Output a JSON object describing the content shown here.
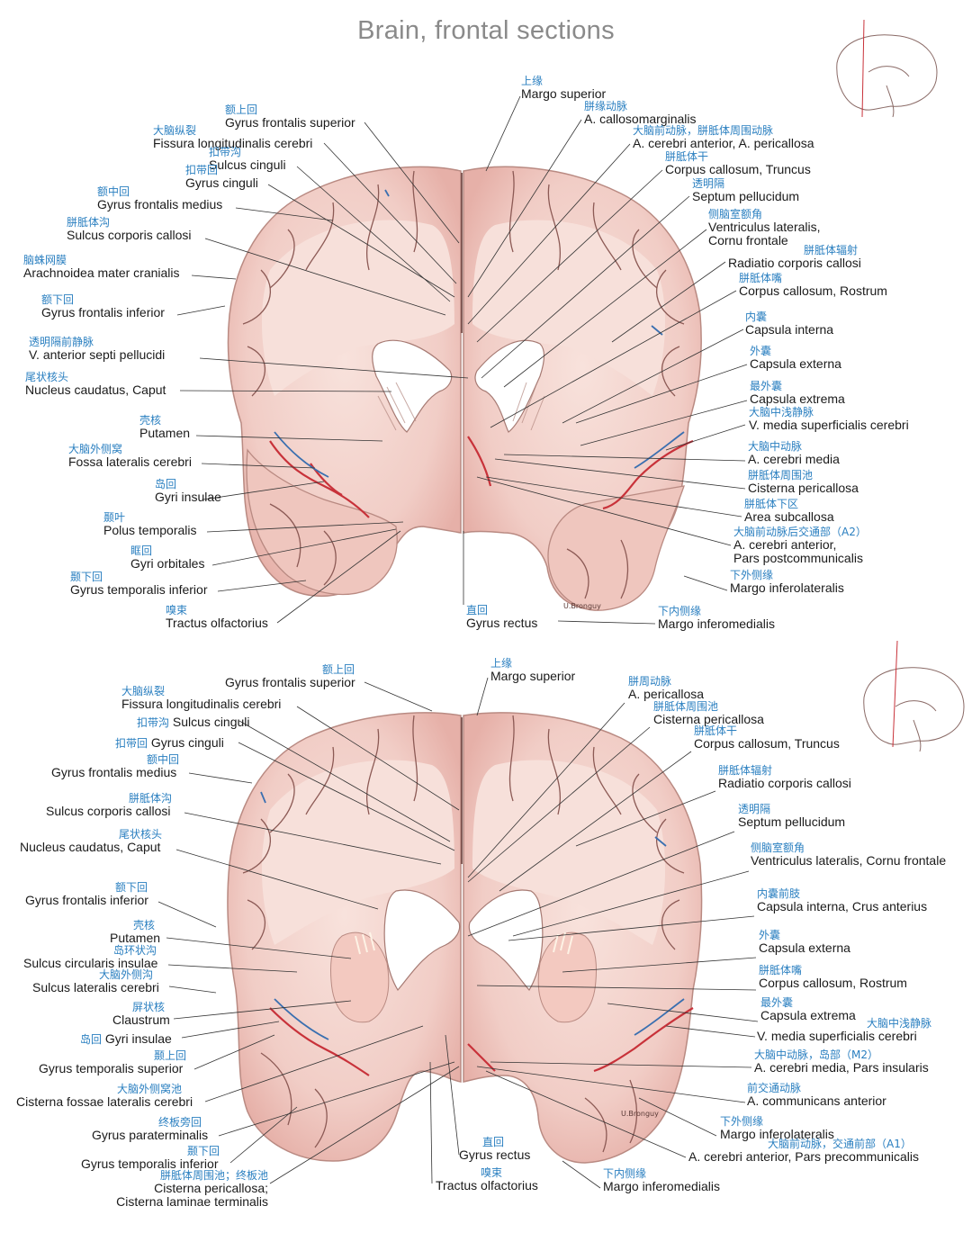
{
  "title": "Brain, frontal sections",
  "section_top": {
    "labels_left": [
      {
        "zh": "额上回",
        "la": "Gyrus frontalis superior"
      },
      {
        "zh": "大脑纵裂",
        "la": "Fissura longitudinalis cerebri"
      },
      {
        "zh": "扣带沟",
        "la": "Sulcus cinguli"
      },
      {
        "zh": "扣带回",
        "la": "Gyrus cinguli"
      },
      {
        "zh": "额中回",
        "la": "Gyrus frontalis medius"
      },
      {
        "zh": "胼胝体沟",
        "la": "Sulcus corporis callosi"
      },
      {
        "zh": "脑蛛网膜",
        "la": "Arachnoidea mater cranialis"
      },
      {
        "zh": "额下回",
        "la": "Gyrus frontalis inferior"
      },
      {
        "zh": "透明隔前静脉",
        "la": "V. anterior septi pellucidi"
      },
      {
        "zh": "尾状核头",
        "la": "Nucleus caudatus, Caput"
      },
      {
        "zh": "壳核",
        "la": "Putamen"
      },
      {
        "zh": "大脑外侧窝",
        "la": "Fossa lateralis cerebri"
      },
      {
        "zh": "岛回",
        "la": "Gyri insulae"
      },
      {
        "zh": "颞叶",
        "la": "Polus temporalis"
      },
      {
        "zh": "眶回",
        "la": "Gyri orbitales"
      },
      {
        "zh": "颞下回",
        "la": "Gyrus temporalis inferior"
      },
      {
        "zh": "嗅束",
        "la": "Tractus olfactorius"
      }
    ],
    "labels_right": [
      {
        "zh": "上缘",
        "la": "Margo superior"
      },
      {
        "zh": "胼缘动脉",
        "la": "A. callosomarginalis"
      },
      {
        "zh": "大脑前动脉，胼胝体周围动脉",
        "la": "A. cerebri anterior, A. pericallosa"
      },
      {
        "zh": "胼胝体干",
        "la": "Corpus callosum, Truncus"
      },
      {
        "zh": "透明隔",
        "la": "Septum pellucidum"
      },
      {
        "zh": "侧脑室额角",
        "la": "Ventriculus lateralis,",
        "la2": "Cornu frontale"
      },
      {
        "zh": "胼胝体辐射",
        "la": "Radiatio corporis callosi"
      },
      {
        "zh": "胼胝体嘴",
        "la": "Corpus callosum, Rostrum"
      },
      {
        "zh": "内囊",
        "la": "Capsula interna"
      },
      {
        "zh": "外囊",
        "la": "Capsula externa"
      },
      {
        "zh": "最外囊",
        "la": "Capsula extrema"
      },
      {
        "zh": "大脑中浅静脉",
        "la": "V. media superficialis cerebri"
      },
      {
        "zh": "大脑中动脉",
        "la": "A. cerebri media"
      },
      {
        "zh": "胼胝体周围池",
        "la": "Cisterna pericallosa"
      },
      {
        "zh": "胼胝体下区",
        "la": "Area subcallosa"
      },
      {
        "zh": "大脑前动脉后交通部（A2）",
        "la": "A. cerebri anterior,",
        "la2": "Pars postcommunicalis"
      },
      {
        "zh": "下外侧缘",
        "la": "Margo inferolateralis"
      },
      {
        "zh": "下内侧缘",
        "la": "Margo inferomedialis"
      },
      {
        "zh": "直回",
        "la": "Gyrus rectus"
      }
    ]
  },
  "section_bottom": {
    "labels_left": [
      {
        "zh": "额上回",
        "la": "Gyrus frontalis superior"
      },
      {
        "zh": "大脑纵裂",
        "la": "Fissura longitudinalis cerebri"
      },
      {
        "zh": "扣带沟",
        "la": "Sulcus cinguli"
      },
      {
        "zh": "扣带回",
        "la": "Gyrus cinguli"
      },
      {
        "zh": "额中回",
        "la": "Gyrus frontalis medius"
      },
      {
        "zh": "胼胝体沟",
        "la": "Sulcus corporis callosi"
      },
      {
        "zh": "尾状核头",
        "la": "Nucleus caudatus, Caput"
      },
      {
        "zh": "额下回",
        "la": "Gyrus frontalis inferior"
      },
      {
        "zh": "壳核",
        "la": "Putamen"
      },
      {
        "zh": "岛环状沟",
        "la": "Sulcus circularis insulae"
      },
      {
        "zh": "大脑外侧沟",
        "la": "Sulcus lateralis cerebri"
      },
      {
        "zh": "屏状核",
        "la": "Claustrum"
      },
      {
        "zh": "岛回",
        "la": "Gyri insulae"
      },
      {
        "zh": "颞上回",
        "la": "Gyrus temporalis superior"
      },
      {
        "zh": "大脑外侧窝池",
        "la": "Cisterna fossae lateralis cerebri"
      },
      {
        "zh": "终板旁回",
        "la": "Gyrus paraterminalis"
      },
      {
        "zh": "颞下回",
        "la": "Gyrus temporalis inferior"
      },
      {
        "zh": "胼胝体周围池；终板池",
        "la": "Cisterna pericallosa;",
        "la2": "Cisterna laminae terminalis"
      }
    ],
    "labels_right": [
      {
        "zh": "上缘",
        "la": "Margo superior"
      },
      {
        "zh": "胼周动脉",
        "la": "A. pericallosa"
      },
      {
        "zh": "胼胝体周围池",
        "la": "Cisterna pericallosa"
      },
      {
        "zh": "胼胝体干",
        "la": "Corpus callosum, Truncus"
      },
      {
        "zh": "胼胝体辐射",
        "la": "Radiatio corporis callosi"
      },
      {
        "zh": "透明隔",
        "la": "Septum pellucidum"
      },
      {
        "zh": "侧脑室额角",
        "la": "Ventriculus lateralis, Cornu frontale"
      },
      {
        "zh": "内囊前肢",
        "la": "Capsula interna, Crus anterius"
      },
      {
        "zh": "外囊",
        "la": "Capsula externa"
      },
      {
        "zh": "胼胝体嘴",
        "la": "Corpus callosum, Rostrum"
      },
      {
        "zh": "最外囊",
        "la": "Capsula extrema"
      },
      {
        "zh": "大脑中浅静脉",
        "la": "V. media superficialis cerebri"
      },
      {
        "zh": "大脑中动脉，岛部（M2）",
        "la": "A. cerebri media, Pars insularis"
      },
      {
        "zh": "前交通动脉",
        "la": "A. communicans anterior"
      },
      {
        "zh": "下外侧缘",
        "la": "Margo inferolateralis"
      },
      {
        "zh": "大脑前动脉，交通前部（A1）",
        "la": "A. cerebri anterior, Pars precommunicalis"
      },
      {
        "zh": "直回",
        "la": "Gyrus rectus"
      },
      {
        "zh": "嗅束",
        "la": "Tractus olfactorius"
      },
      {
        "zh": "下内侧缘",
        "la": "Margo inferomedialis"
      }
    ]
  },
  "colors": {
    "tissue": "#f0c7c0",
    "white_matter": "#f6dcd6",
    "sulcus": "#7a4a46",
    "vessel_red": "#c8323a",
    "vessel_blue": "#3a6fb0",
    "zh_text": "#2a7fc0"
  }
}
